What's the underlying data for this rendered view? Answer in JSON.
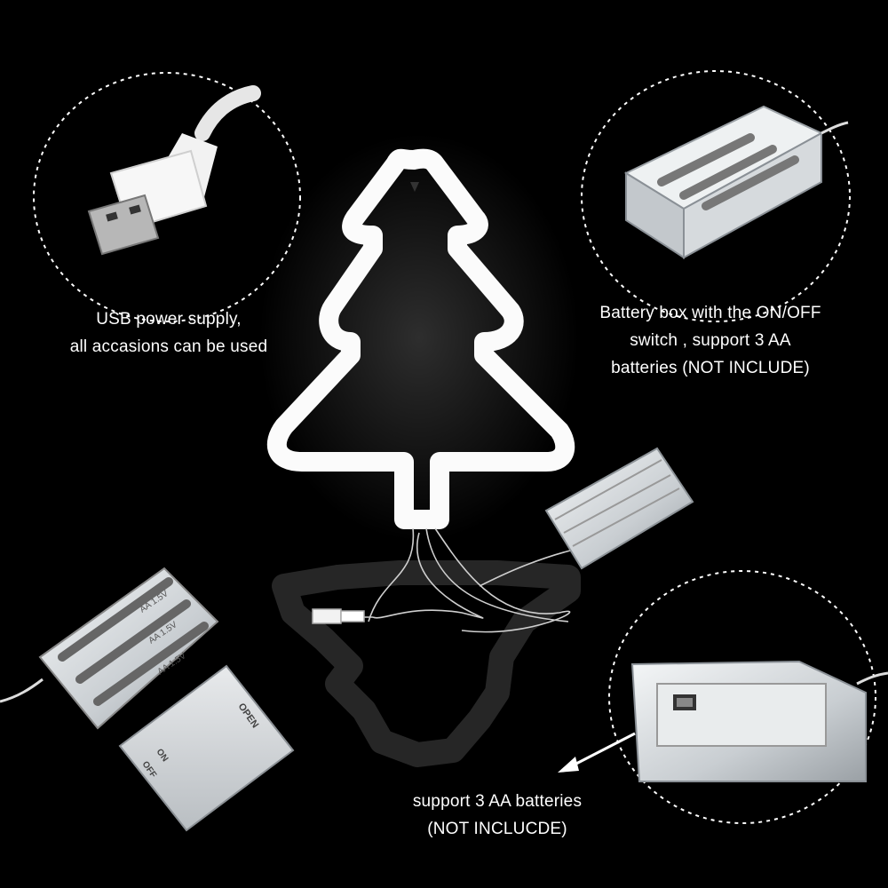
{
  "captions": {
    "usb": {
      "line1": "USB power supply,",
      "line2": "all accasions can be used"
    },
    "battery_box": {
      "line1": "Battery box with the ON/OFF",
      "line2": "switch , support 3 AA",
      "line3": "batteries (NOT INCLUDE)"
    },
    "bottom": {
      "line1": "support 3 AA batteries",
      "line2": "(NOT INCLUCDE)"
    }
  },
  "cover_marks": {
    "open": "OPEN",
    "off": "OFF",
    "on": "ON"
  },
  "battery_label": "AA 1.5V",
  "colors": {
    "background": "#000000",
    "neon": "#fbfbfb",
    "ring": "#ffffff",
    "plastic": "#d9dde0"
  }
}
